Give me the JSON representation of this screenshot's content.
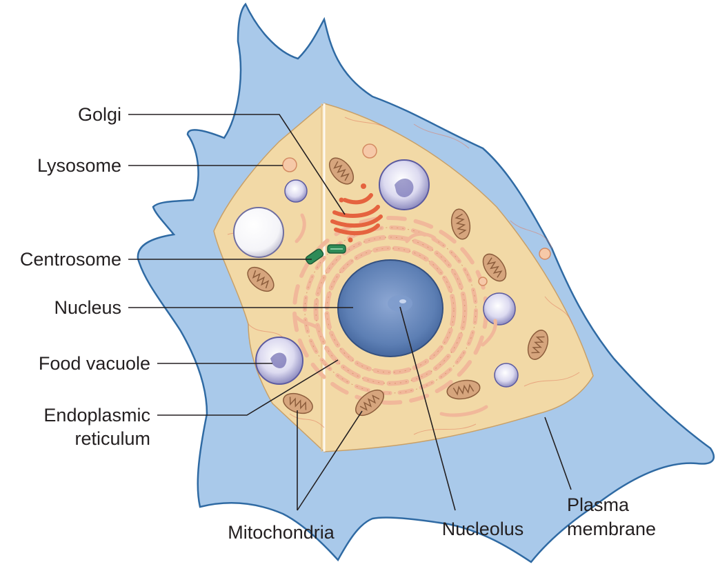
{
  "diagram": {
    "labels": {
      "golgi": "Golgi",
      "lysosome": "Lysosome",
      "centrosome": "Centrosome",
      "nucleus": "Nucleus",
      "food_vacuole": "Food vacuole",
      "er_line1": "Endoplasmic",
      "er_line2": "reticulum",
      "mitochondria": "Mitochondria",
      "nucleolus": "Nucleolus",
      "plasma_line1": "Plasma",
      "plasma_line2": "membrane"
    },
    "colors": {
      "membrane": "#a9c9ea",
      "membrane_edge": "#2f6aa3",
      "cytoplasm": "#f2d9a6",
      "cytoplasm_edge": "#c8a068",
      "nucleus": "#5d7fb4",
      "er": "#f1b89a",
      "golgi": "#e5633f",
      "mitochondria": "#d6a57d",
      "centrosome": "#2e8b57",
      "vacuole": "#e4e2f2",
      "leader_line": "#231f20"
    }
  }
}
